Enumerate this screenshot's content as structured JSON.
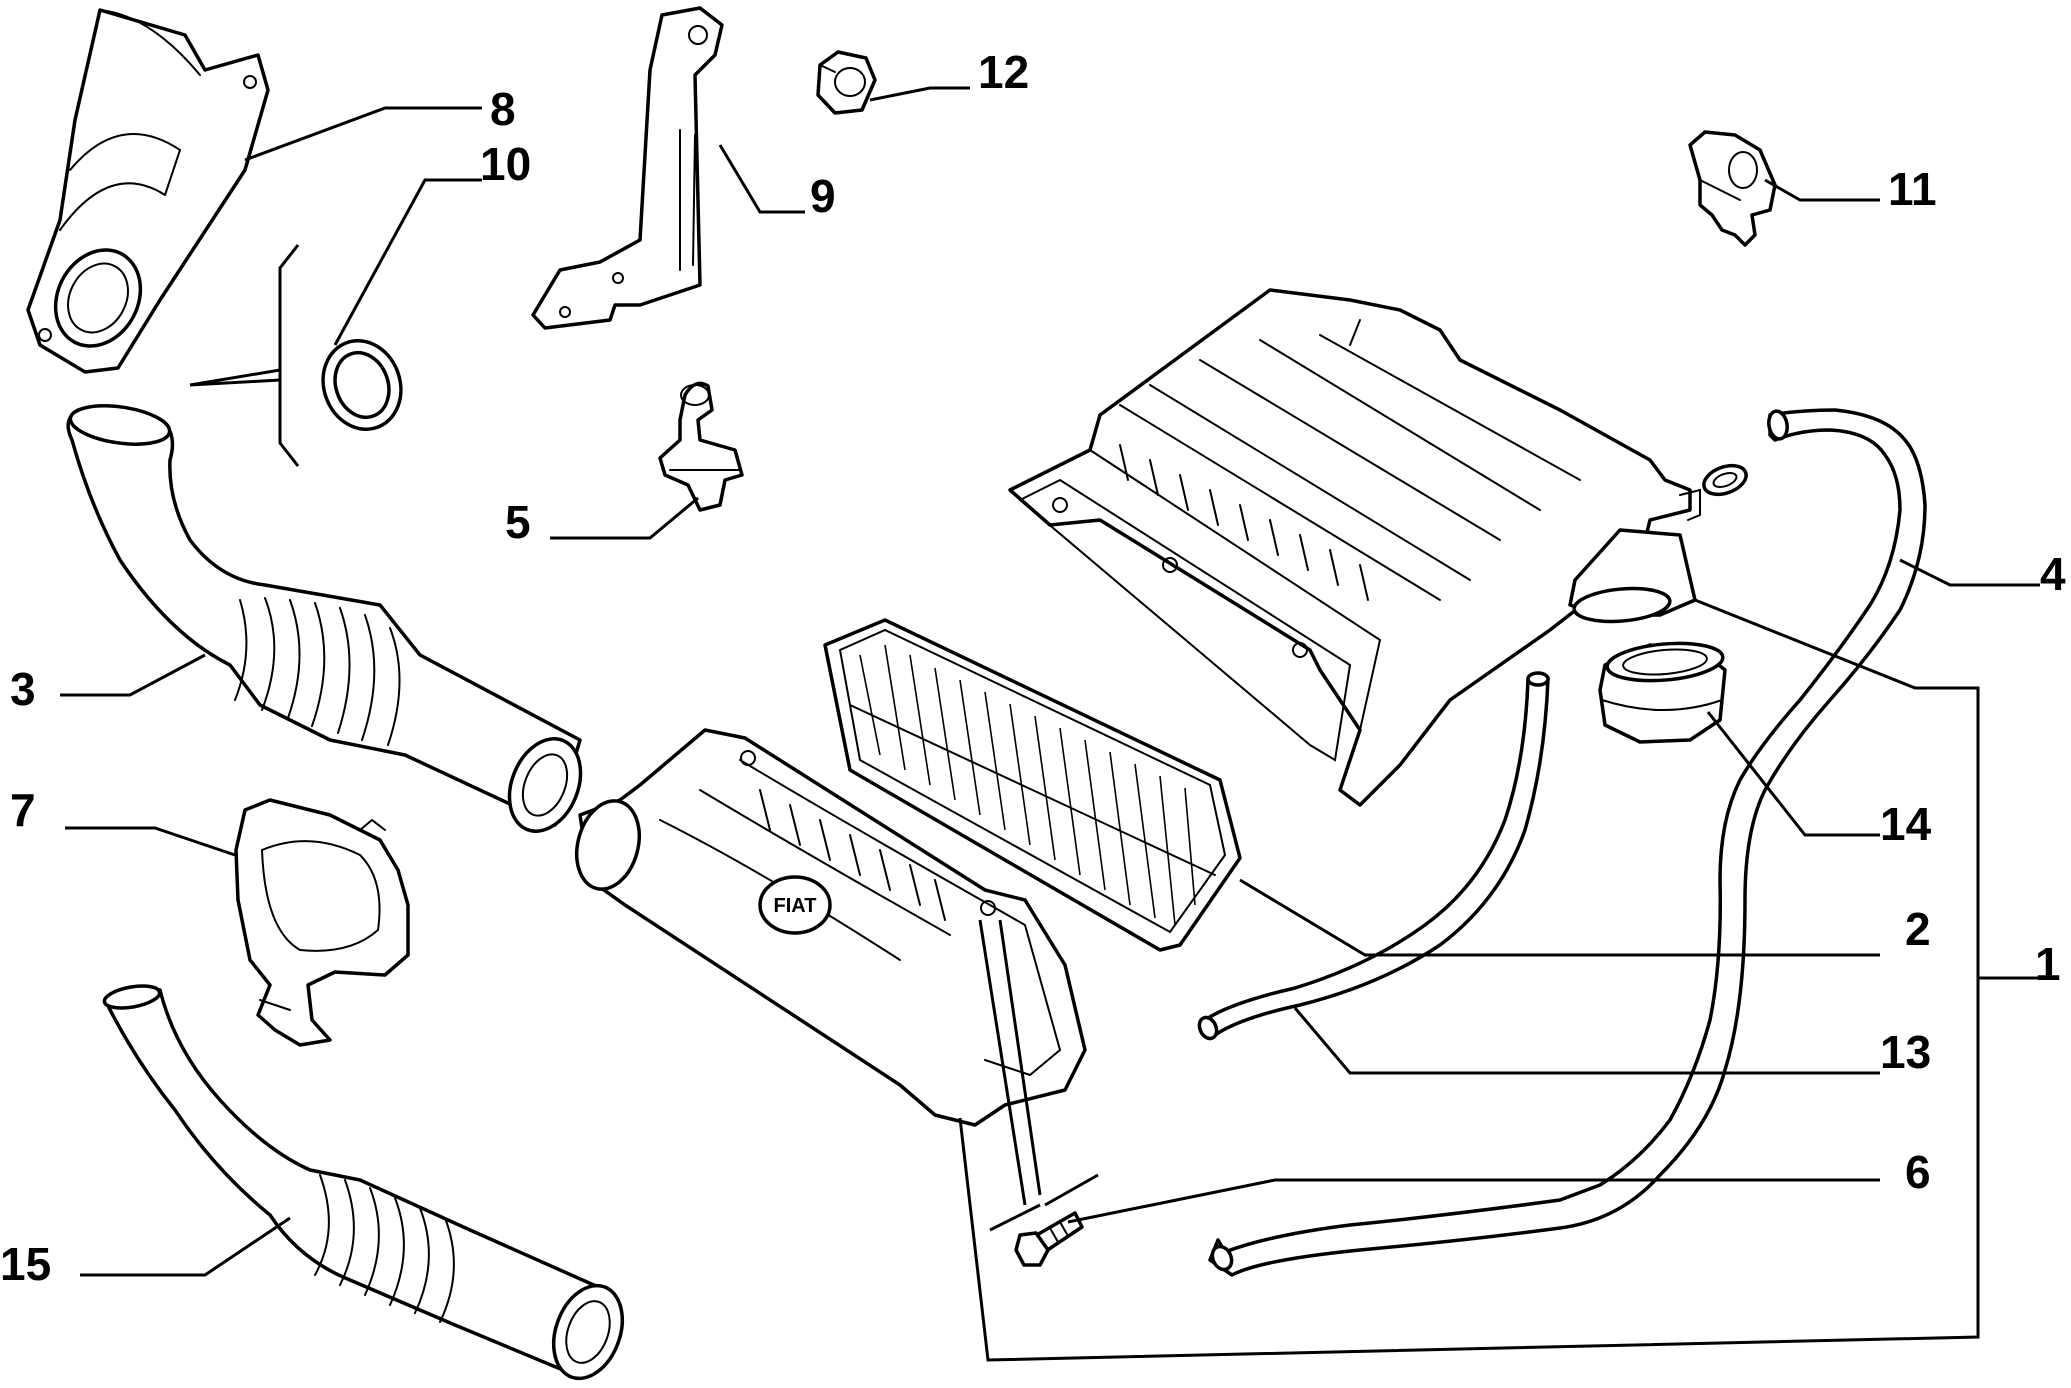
{
  "diagram": {
    "brand_mark": "FIAT",
    "callouts": [
      {
        "id": "1",
        "label": "1"
      },
      {
        "id": "2",
        "label": "2"
      },
      {
        "id": "3",
        "label": "3"
      },
      {
        "id": "4",
        "label": "4"
      },
      {
        "id": "5",
        "label": "5"
      },
      {
        "id": "6",
        "label": "6"
      },
      {
        "id": "7",
        "label": "7"
      },
      {
        "id": "8",
        "label": "8"
      },
      {
        "id": "9",
        "label": "9"
      },
      {
        "id": "10",
        "label": "10"
      },
      {
        "id": "11",
        "label": "11"
      },
      {
        "id": "12",
        "label": "12"
      },
      {
        "id": "13",
        "label": "13"
      },
      {
        "id": "14",
        "label": "14"
      },
      {
        "id": "15",
        "label": "15"
      }
    ]
  }
}
